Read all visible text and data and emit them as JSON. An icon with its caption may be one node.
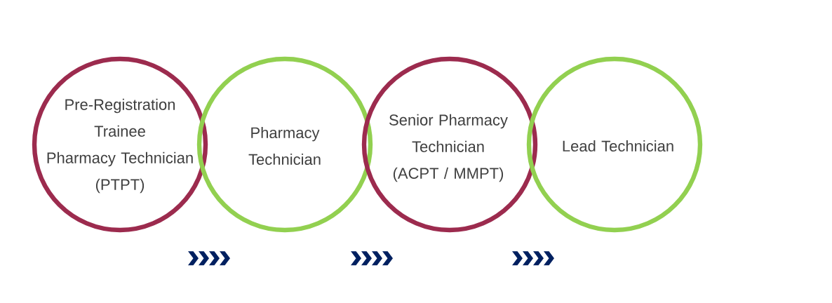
{
  "diagram": {
    "nodes": [
      {
        "text": [
          "Pre-Registration Trainee Pharmacy Technician (PTPT)"
        ]
      },
      {
        "text": [
          "Pharmacy Technician"
        ]
      },
      {
        "text": [
          "Senior Pharmacy Technician (ACPT / MMPT)"
        ]
      },
      {
        "text": [
          "Lead Technician"
        ]
      }
    ],
    "edges": [
      {
        "from": 0,
        "to": 1,
        "arrow": "to"
      },
      {
        "from": 1,
        "to": 2,
        "arrow": "to"
      },
      {
        "from": 2,
        "to": 3,
        "arrow": "to"
      }
    ]
  }
}
